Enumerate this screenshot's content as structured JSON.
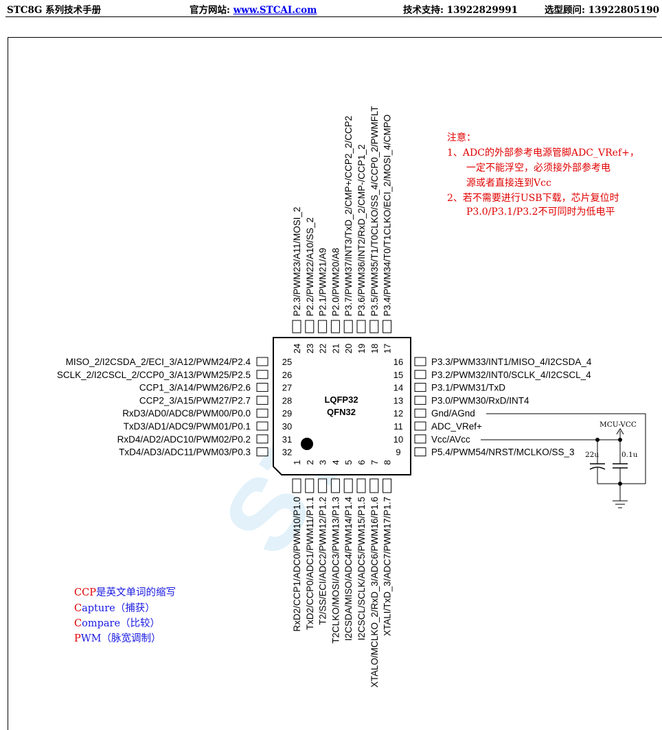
{
  "header": {
    "manual": "STC8G 系列技术手册",
    "website_label": "官方网站: ",
    "website": "www.STCAI.com",
    "support": "技术支持: 13922829991",
    "consultant": "选型顾问: 13922805190"
  },
  "chip": {
    "package1": "LQFP32",
    "package2": "QFN32",
    "top_pins": [
      {
        "num": "24",
        "label": "P2.3/PWM23/A11/MOSI_2"
      },
      {
        "num": "23",
        "label": "P2.2/PWM22/A10/SS_2"
      },
      {
        "num": "22",
        "label": "P2.1/PWM21/A9"
      },
      {
        "num": "21",
        "label": "P2.0/PWM20/A8"
      },
      {
        "num": "20",
        "label": "P3.7/PWM37/INT3/TxD_2/CMP+/CCP2_2/CCP2"
      },
      {
        "num": "19",
        "label": "P3.6/PWM36/INT2/RxD_2/CMP-/CCP1_2"
      },
      {
        "num": "18",
        "label": "P3.5/PWM35/T1/T0CLKO/SS_4/CCP0_2/PWMFLT"
      },
      {
        "num": "17",
        "label": "P3.4/PWM34/T0/T1CLKO/ECI_2/MOSI_4/CMPO"
      }
    ],
    "left_pins": [
      {
        "num": "25",
        "label": "MISO_2/I2CSDA_2/ECI_3/A12/PWM24/P2.4"
      },
      {
        "num": "26",
        "label": "SCLK_2/I2CSCL_2/CCP0_3/A13/PWM25/P2.5"
      },
      {
        "num": "27",
        "label": "CCP1_3/A14/PWM26/P2.6"
      },
      {
        "num": "28",
        "label": "CCP2_3/A15/PWM27/P2.7"
      },
      {
        "num": "29",
        "label": "RxD3/AD0/ADC8/PWM00/P0.0"
      },
      {
        "num": "30",
        "label": "TxD3/AD1/ADC9/PWM01/P0.1"
      },
      {
        "num": "31",
        "label": "RxD4/AD2/ADC10/PWM02/P0.2"
      },
      {
        "num": "32",
        "label": "TxD4/AD3/ADC11/PWM03/P0.3"
      }
    ],
    "right_pins": [
      {
        "num": "16",
        "label": "P3.3/PWM33/INT1/MISO_4/I2CSDA_4"
      },
      {
        "num": "15",
        "label": "P3.2/PWM32/INT0/SCLK_4/I2CSCL_4"
      },
      {
        "num": "14",
        "label": "P3.1/PWM31/TxD"
      },
      {
        "num": "13",
        "label": "P3.0/PWM30/RxD/INT4"
      },
      {
        "num": "12",
        "label": "Gnd/AGnd"
      },
      {
        "num": "11",
        "label": "ADC_VRef+"
      },
      {
        "num": "10",
        "label": "Vcc/AVcc"
      },
      {
        "num": "9",
        "label": "P5.4/PWM54/NRST/MCLKO/SS_3"
      }
    ],
    "bottom_pins": [
      {
        "num": "1",
        "label": "RxD2/CCP1/ADC0/PWM10/P1.0"
      },
      {
        "num": "2",
        "label": "TxD2/CCP0/ADC1/PWM11/P1.1"
      },
      {
        "num": "3",
        "label": "T2/SS/ECI/ADC2/PWM12/P1.2"
      },
      {
        "num": "4",
        "label": "T2CLKO/MOSI/ADC3/PWM13/P1.3"
      },
      {
        "num": "5",
        "label": "I2CSDA/MISO/ADC4/PWM14/P1.4"
      },
      {
        "num": "6",
        "label": "I2CSCL/SCLK/ADC5/PWM15/P1.5"
      },
      {
        "num": "7",
        "label": "XTALO/MCLKO_2/RxD_3/ADC6/PWM16/P1.6"
      },
      {
        "num": "8",
        "label": "XTALI/TxD_3/ADC7/PWM17/P1.7"
      }
    ]
  },
  "circuit": {
    "vcc_label": "MCU-VCC",
    "cap1": "22u",
    "cap2": "0.1u"
  },
  "notes": {
    "title": "注意：",
    "line1": "1、ADC的外部参考电源管脚ADC_VRef+，",
    "line2": "一定不能浮空，必须接外部参考电",
    "line3": "源或者直接连到Vcc",
    "line4": "2、若不需要进行USB下载，芯片复位时",
    "line5": "P3.0/P3.1/P3.2不可同时为低电平"
  },
  "legend": {
    "line1_red": "CCP",
    "line1_rest": "是英文单词的缩写",
    "line2_red": "C",
    "line2_rest": "apture（捕获）",
    "line3_red": "C",
    "line3_rest": "ompare（比较）",
    "line4_red": "P",
    "line4_rest": "WM（脉宽调制）"
  },
  "watermark": "STC",
  "colors": {
    "note_red": "#e00000",
    "legend_blue": "#1a1ae0",
    "link_blue": "#0000ee",
    "watermark": "#7fc4ec"
  }
}
